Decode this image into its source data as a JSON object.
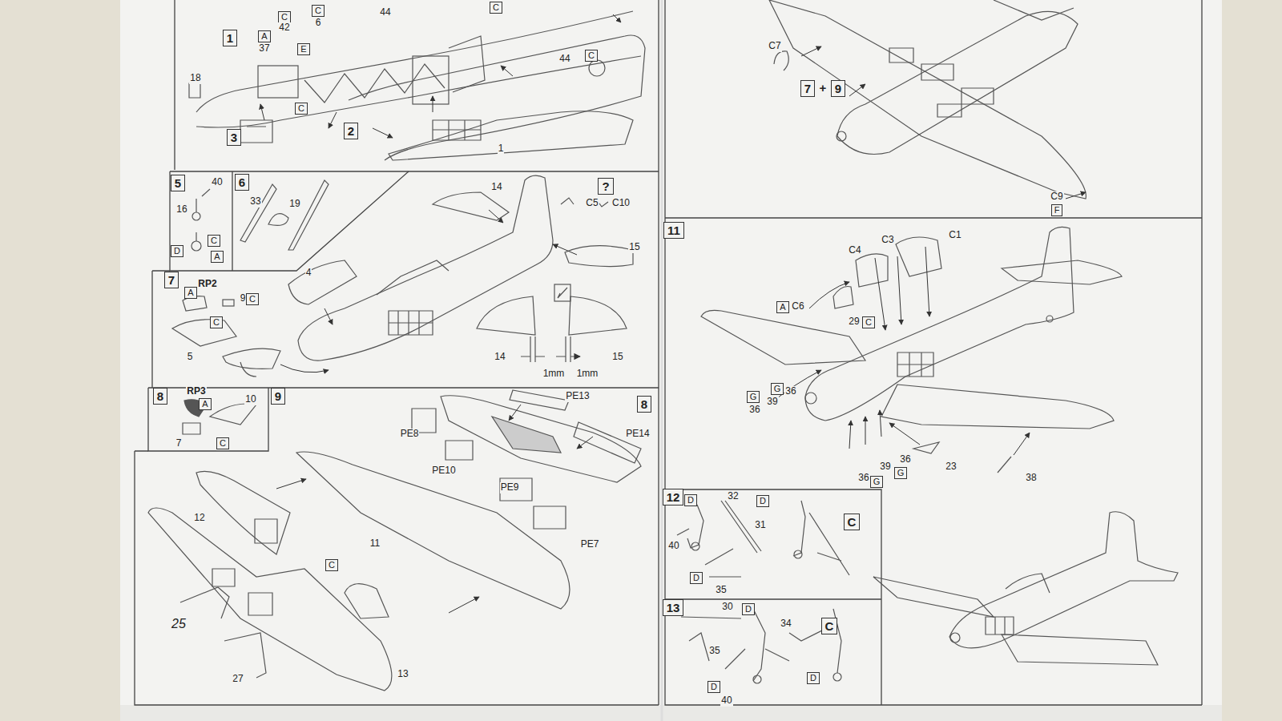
{
  "diagram": {
    "nodes": [
      {
        "text": [
          "1"
        ]
      },
      {
        "text": [
          "A"
        ]
      },
      {
        "text": [
          "C"
        ]
      },
      {
        "text": [
          "C"
        ]
      },
      {
        "text": [
          "C"
        ]
      },
      {
        "text": [
          "E"
        ]
      },
      {
        "text": [
          "C"
        ]
      },
      {
        "text": [
          "C"
        ]
      },
      {
        "text": [
          "2"
        ]
      },
      {
        "text": [
          "3"
        ]
      },
      {
        "text": [
          "5"
        ]
      },
      {
        "text": [
          "6"
        ]
      },
      {
        "text": [
          "?"
        ]
      },
      {
        "text": [
          "C"
        ]
      },
      {
        "text": [
          "D"
        ]
      },
      {
        "text": [
          "A"
        ]
      },
      {
        "text": [
          "7"
        ]
      },
      {
        "text": [
          "A"
        ]
      },
      {
        "text": [
          "C"
        ]
      },
      {
        "text": [
          "C"
        ]
      },
      {
        "text": [
          "8"
        ]
      },
      {
        "text": [
          "9"
        ]
      },
      {
        "text": [
          "A"
        ]
      },
      {
        "text": [
          "C"
        ]
      },
      {
        "text": [
          "8"
        ]
      },
      {
        "text": [
          "C"
        ]
      },
      {
        "text": [
          "7"
        ]
      },
      {
        "text": [
          "9"
        ]
      },
      {
        "text": [
          "F"
        ]
      },
      {
        "text": [
          "11"
        ]
      },
      {
        "text": [
          "A"
        ]
      },
      {
        "text": [
          "C"
        ]
      },
      {
        "text": [
          "G"
        ]
      },
      {
        "text": [
          "G"
        ]
      },
      {
        "text": [
          "G"
        ]
      },
      {
        "text": [
          "G"
        ]
      },
      {
        "text": [
          "12"
        ]
      },
      {
        "text": [
          "D"
        ]
      },
      {
        "text": [
          "D"
        ]
      },
      {
        "text": [
          "C"
        ]
      },
      {
        "text": [
          "D"
        ]
      },
      {
        "text": [
          "13"
        ]
      },
      {
        "text": [
          "D"
        ]
      },
      {
        "text": [
          "C"
        ]
      },
      {
        "text": [
          "D"
        ]
      },
      {
        "text": [
          "D"
        ]
      }
    ],
    "labels": [
      "44",
      "6",
      "42",
      "37",
      "18",
      "44",
      "1",
      "40",
      "16",
      "33",
      "19",
      "RP2",
      "9",
      "5",
      "4",
      "14",
      "C5",
      "C10",
      "15",
      "14",
      "15",
      "1mm",
      "1mm",
      "RP3",
      "10",
      "7",
      "PE13",
      "PE8",
      "PE14",
      "PE10",
      "PE9",
      "PE7",
      "12",
      "11",
      "25",
      "27",
      "13",
      "C7",
      "+",
      "C9",
      "C4",
      "C3",
      "C1",
      "C6",
      "29",
      "36",
      "39",
      "36",
      "36",
      "23",
      "36",
      "39",
      "38",
      "32",
      "31",
      "40",
      "35",
      "30",
      "34",
      "35",
      "40"
    ]
  }
}
